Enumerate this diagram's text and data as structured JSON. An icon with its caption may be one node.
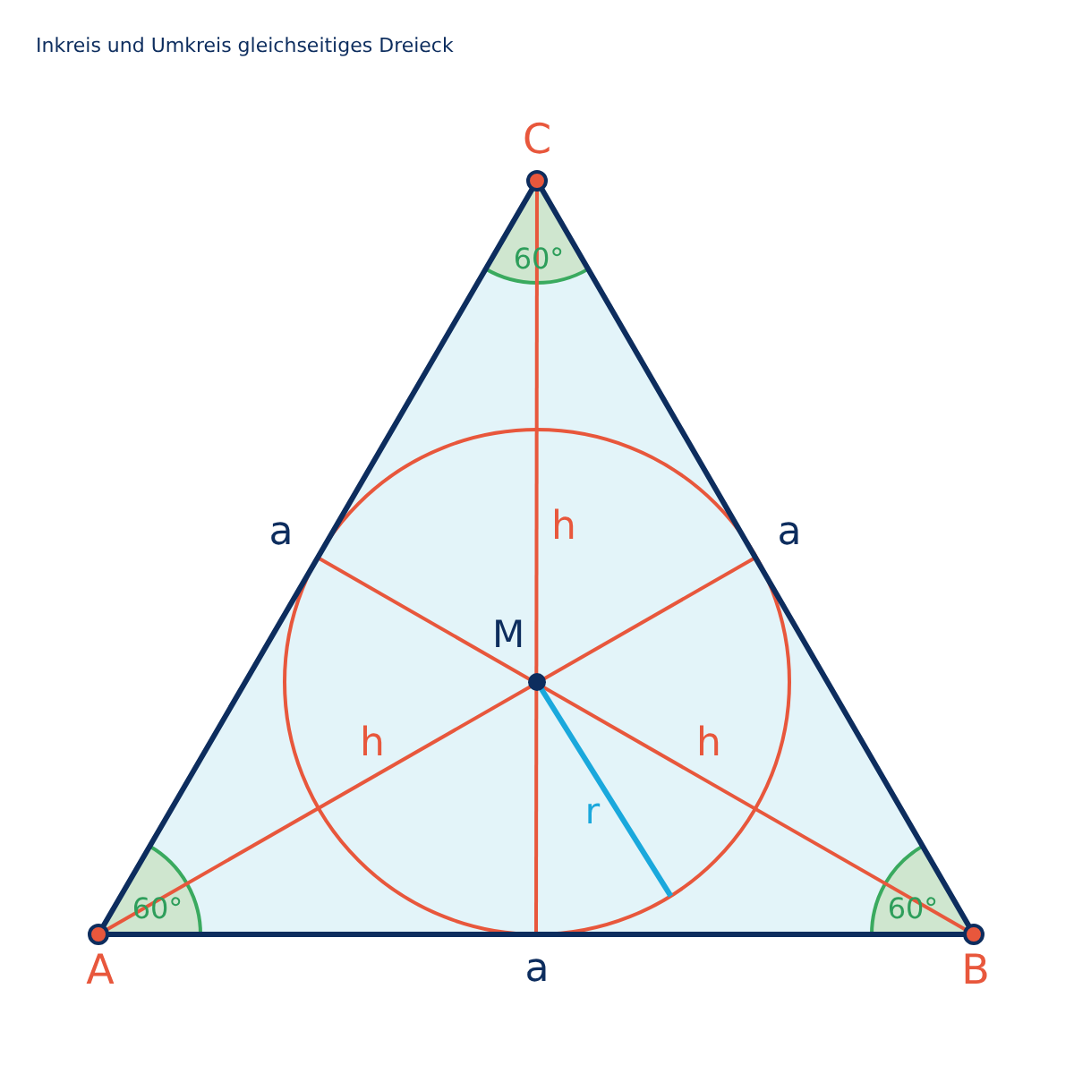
{
  "diagram": {
    "title": "Inkreis und Umkreis gleichseitiges Dreieck",
    "labels": [
      "C",
      "60°",
      "a",
      "h",
      "a",
      "M",
      "h",
      "h",
      "r",
      "60°",
      "60°",
      "A",
      "a",
      "B"
    ]
  }
}
